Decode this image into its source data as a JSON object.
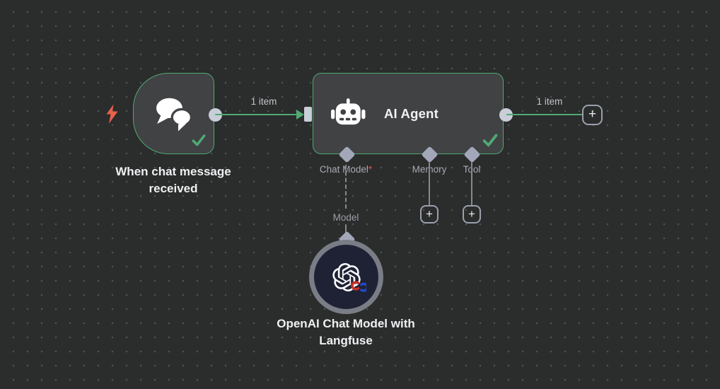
{
  "colors": {
    "canvas_bg": "#2b2c2c",
    "node_bg": "#414244",
    "model_node_bg": "#1f2235",
    "accent_green": "#4faa74",
    "endpoint_grey": "#c9ced9",
    "diamond_grey": "#a3a7ba",
    "wire_grey": "#85888f",
    "trigger_accent_red": "#e9614c",
    "required_red": "#e0524e"
  },
  "nodes": {
    "trigger": {
      "label": "When chat message received",
      "icon": "chat-bubbles-icon",
      "status": "success"
    },
    "agent": {
      "title": "AI Agent",
      "icon": "robot-icon",
      "status": "success",
      "ports": [
        {
          "label": "Chat Model",
          "required_marker": "*"
        },
        {
          "label": "Memory"
        },
        {
          "label": "Tool"
        }
      ]
    },
    "model": {
      "label": "OpenAI Chat Model with Langfuse",
      "icon": "openai-icon",
      "badge_icon": "langfuse-icon"
    }
  },
  "edges": {
    "trigger_to_agent": {
      "label": "1 item"
    },
    "agent_output": {
      "label": "1 item"
    },
    "model_to_agent": {
      "label": "Model"
    }
  },
  "buttons": {
    "add_next_node": "+",
    "add_memory": "+",
    "add_tool": "+"
  }
}
